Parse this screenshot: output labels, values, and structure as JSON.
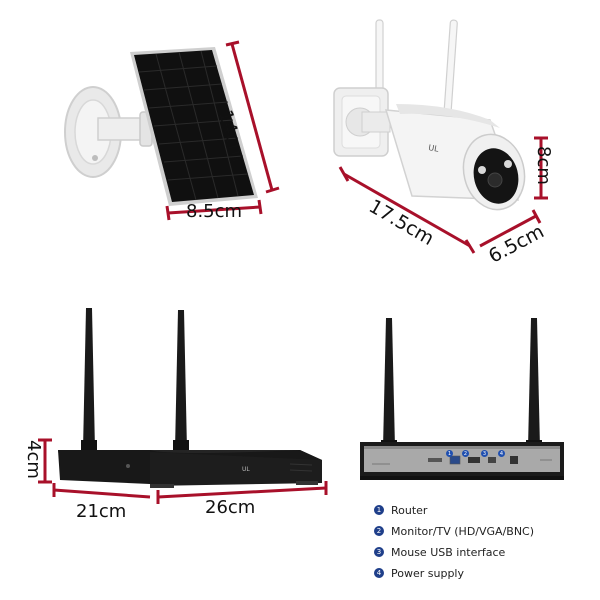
{
  "dimensions": {
    "solar_height": "14cm",
    "solar_width": "8.5cm",
    "camera_height": "8cm",
    "camera_length": "17.5cm",
    "camera_width": "6.5cm",
    "nvr_height": "4cm",
    "nvr_depth": "21cm",
    "nvr_width": "26cm"
  },
  "legend": {
    "items": [
      {
        "num": "1",
        "label": "Router"
      },
      {
        "num": "2",
        "label": "Monitor/TV (HD/VGA/BNC)"
      },
      {
        "num": "3",
        "label": "Mouse USB interface"
      },
      {
        "num": "4",
        "label": "Power supply"
      }
    ]
  },
  "colors": {
    "dimension_line": "#a8102a",
    "legend_badge": "#1f3f8a",
    "device_black": "#161616",
    "device_white": "#f4f4f4"
  }
}
